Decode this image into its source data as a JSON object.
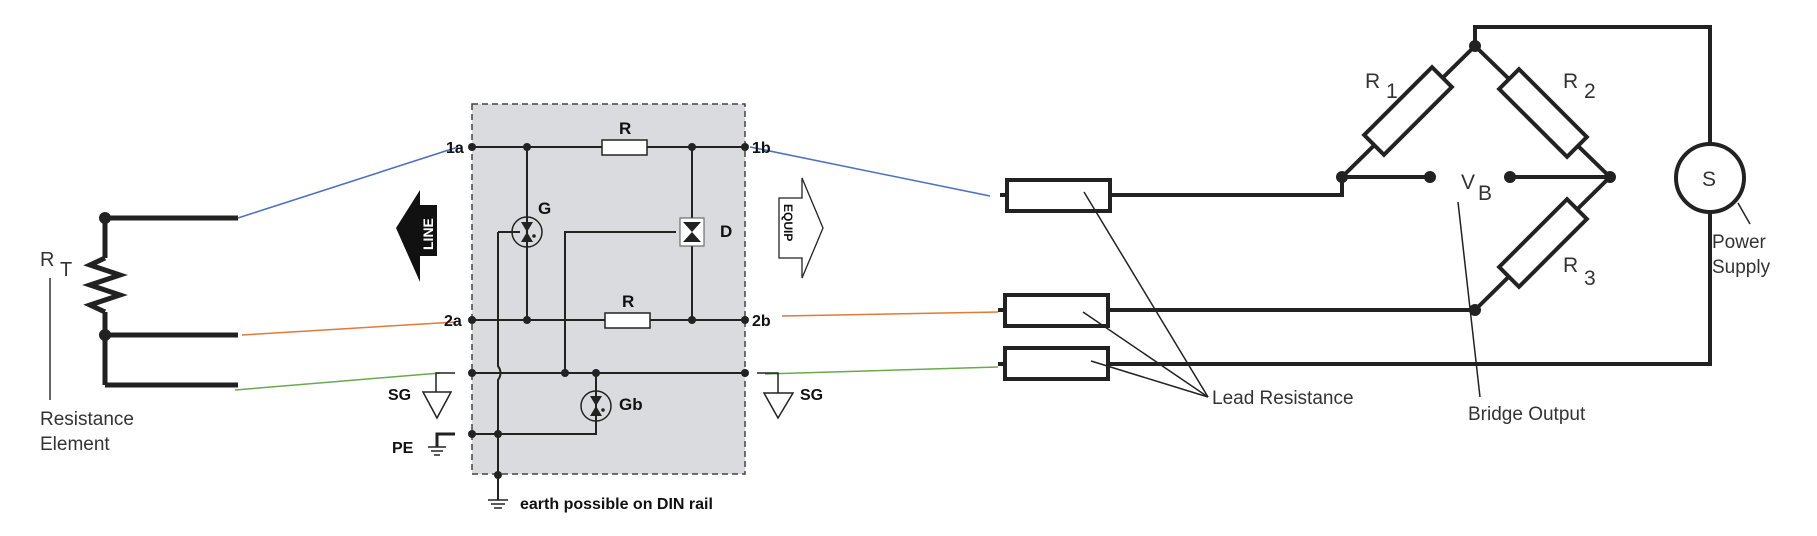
{
  "sensor": {
    "label_main": "R",
    "label_sub": "T",
    "caption_line1": "Resistance",
    "caption_line2": "Element"
  },
  "protector": {
    "terminals": {
      "t1a": "1a",
      "t1b": "1b",
      "t2a": "2a",
      "t2b": "2b"
    },
    "resistor_top": "R",
    "resistor_bottom": "R",
    "gas_tube": "G",
    "diode": "D",
    "gas_tube_bottom": "Gb",
    "sg_left": "SG",
    "sg_right": "SG",
    "pe": "PE",
    "earth_note": "earth possible on DIN rail",
    "line_arrow": "LINE",
    "equip_arrow": "EQUIP"
  },
  "wires": {
    "colors": {
      "wire1": "#4a6fc0",
      "wire2": "#e07a3a",
      "wire3": "#6aaa4a"
    }
  },
  "bridge": {
    "lead_resistance": "Lead Resistance",
    "r1": {
      "main": "R",
      "sub": "1"
    },
    "r2": {
      "main": "R",
      "sub": "2"
    },
    "r3": {
      "main": "R",
      "sub": "3"
    },
    "vb": {
      "main": "V",
      "sub": "B"
    },
    "bridge_output": "Bridge Output",
    "supply_symbol": "S",
    "supply_line1": "Power",
    "supply_line2": "Supply"
  }
}
